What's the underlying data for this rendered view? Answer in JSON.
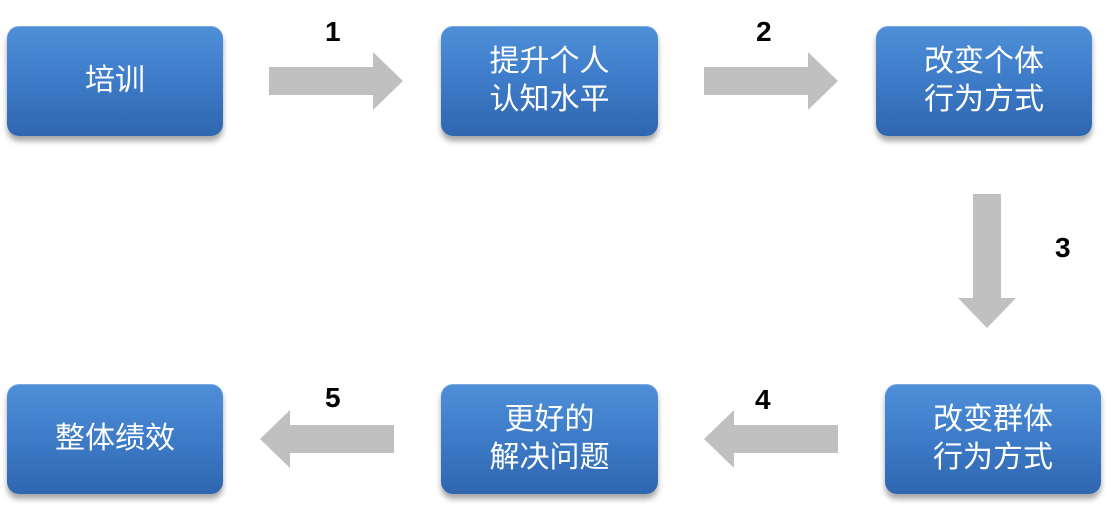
{
  "nodes": {
    "training": {
      "lines": [
        "培训"
      ]
    },
    "cognition": {
      "lines": [
        "提升个人",
        "认知水平"
      ]
    },
    "individual_behavior": {
      "lines": [
        "改变个体",
        "行为方式"
      ]
    },
    "group_behavior": {
      "lines": [
        "改变群体",
        "行为方式"
      ]
    },
    "problem_solving": {
      "lines": [
        "更好的",
        "解决问题"
      ]
    },
    "performance": {
      "lines": [
        "整体绩效"
      ]
    }
  },
  "steps": {
    "s1": "1",
    "s2": "2",
    "s3": "3",
    "s4": "4",
    "s5": "5"
  },
  "colors": {
    "node_top": "#4f8fd8",
    "node_bottom": "#2f66b0",
    "arrow": "#c0c0c0",
    "text": "#ffffff",
    "step_text": "#000000"
  },
  "icons": {
    "arrow_right": "arrow-right-icon",
    "arrow_down": "arrow-down-icon",
    "arrow_left": "arrow-left-icon"
  }
}
